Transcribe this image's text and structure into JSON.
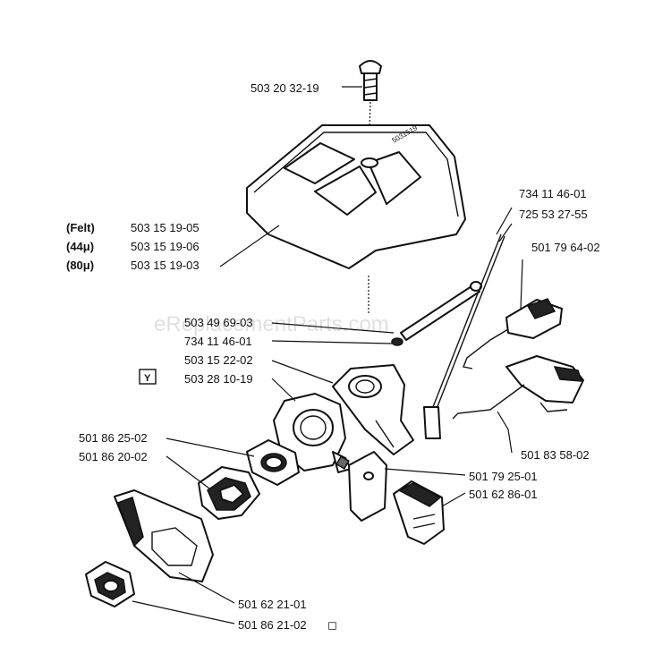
{
  "watermark": "eReplacementParts.com",
  "symbol_box": "Y",
  "note_symbol": "◻",
  "variants": [
    "(Felt)",
    "(44μ)",
    "(80μ)"
  ],
  "parts": {
    "bolt": "503 20 32-19",
    "filter_felt": "503 15 19-05",
    "filter_44": "503 15 19-06",
    "filter_80": "503 15 19-03",
    "long_screw": "734 11 46-01",
    "rod": "725 53 27-55",
    "throttle_bracket": "501 79 64-02",
    "stud": "503 49 69-03",
    "washer": "734 11 46-01",
    "holder": "503 15 22-02",
    "carburetor": "503 28 10-19",
    "gasket_a": "501 86 25-02",
    "gasket_b": "501 86 20-02",
    "linkage": "501 83 58-02",
    "plate": "501 79 25-01",
    "boot": "501 62 86-01",
    "insulator": "501 62 21-01",
    "gasket_c": "501 86 21-02"
  }
}
